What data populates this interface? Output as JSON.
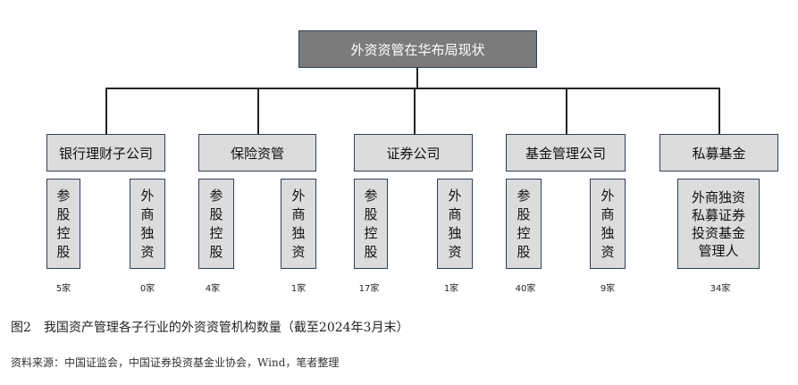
{
  "diagram": {
    "root": "外资资管在华布局现状",
    "categories": [
      {
        "label": "银行理财子公司",
        "children": [
          {
            "label": "参股控股",
            "count": "5家"
          },
          {
            "label": "外商独资",
            "count": "0家"
          }
        ]
      },
      {
        "label": "保险资管",
        "children": [
          {
            "label": "参股控股",
            "count": "4家"
          },
          {
            "label": "外商独资",
            "count": "1家"
          }
        ]
      },
      {
        "label": "证券公司",
        "children": [
          {
            "label": "参股控股",
            "count": "17家"
          },
          {
            "label": "外商独资",
            "count": "1家"
          }
        ]
      },
      {
        "label": "基金管理公司",
        "children": [
          {
            "label": "参股控股",
            "count": "40家"
          },
          {
            "label": "外商独资",
            "count": "9家"
          }
        ]
      },
      {
        "label": "私募基金",
        "children": [
          {
            "label": "外商独资私募证券投资基金管理人",
            "count": "34家"
          }
        ]
      }
    ]
  },
  "caption": "图2　我国资产管理各子行业的外资资管机构数量（截至2024年3月末）",
  "source": "资料来源：中国证监会，中国证券投资基金业协会，Wind，笔者整理"
}
